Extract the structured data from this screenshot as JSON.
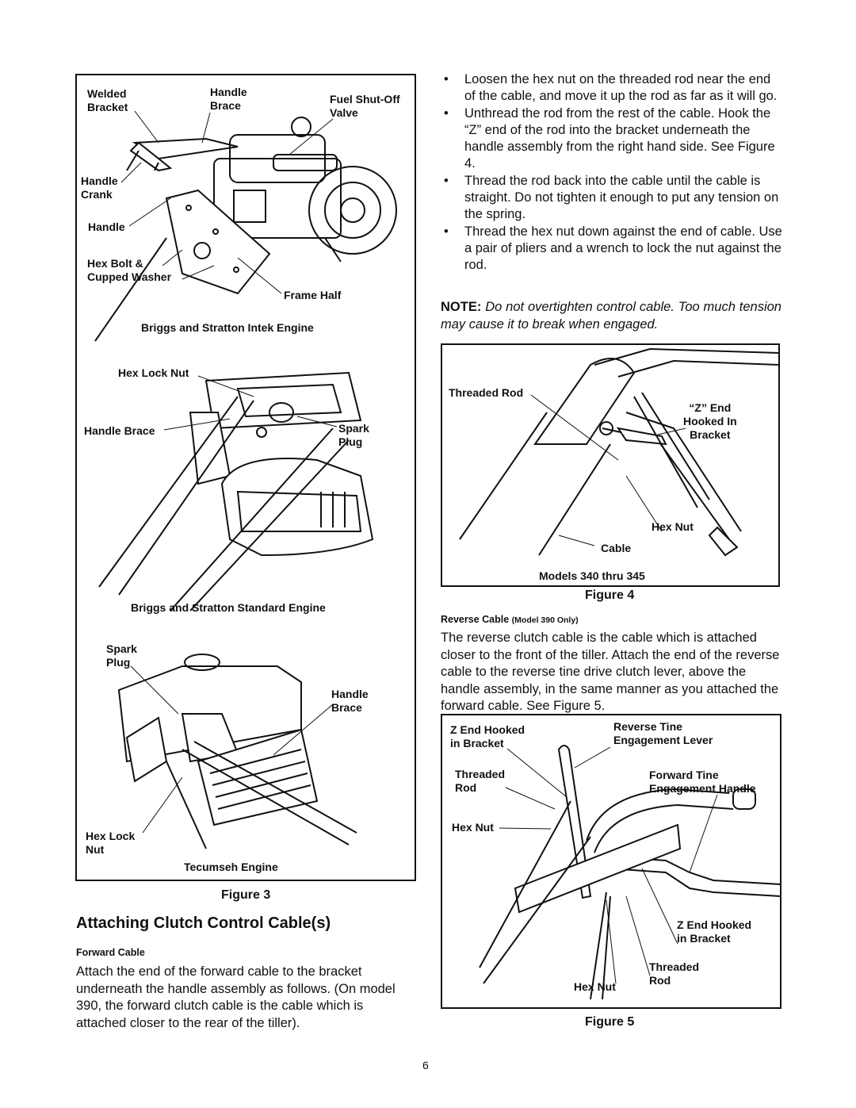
{
  "figure3": {
    "caption": "Figure 3",
    "panel1": {
      "labels": {
        "welded_bracket": "Welded\nBracket",
        "handle_brace": "Handle\nBrace",
        "fuel_valve": "Fuel Shut-Off\nValve",
        "handle_crank": "Handle\nCrank",
        "handle": "Handle",
        "hex_bolt": "Hex Bolt &\nCupped Washer",
        "frame_half": "Frame Half"
      },
      "caption": "Briggs and Stratton Intek Engine"
    },
    "panel2": {
      "labels": {
        "hex_lock_nut": "Hex Lock Nut",
        "handle_brace": "Handle Brace",
        "spark_plug": "Spark\nPlug"
      },
      "caption": "Briggs and Stratton Standard Engine"
    },
    "panel3": {
      "labels": {
        "spark_plug": "Spark\nPlug",
        "handle_brace": "Handle\nBrace",
        "hex_lock_nut": "Hex Lock\nNut"
      },
      "caption": "Tecumseh Engine"
    }
  },
  "section": {
    "title": "Attaching Clutch Control Cable(s)",
    "forward_subhead": "Forward Cable",
    "forward_text": "Attach the end of the forward cable to the bracket underneath the handle assembly as follows. (On model 390, the forward clutch cable is the cable which is attached closer to the rear of the tiller)."
  },
  "bullets": [
    "Loosen the hex nut on the threaded rod near the end of the cable, and move it up the rod as far as it will go.",
    "Unthread the rod from the rest of the cable. Hook the “Z” end of the rod into the bracket underneath the handle assembly from the right hand side. See Figure 4.",
    "Thread the rod back into the cable until the cable is straight. Do not tighten it enough to put any tension on the spring.",
    "Thread the hex nut down against the end of cable. Use a pair of pliers and a wrench to lock the nut against the rod."
  ],
  "note": {
    "label": "NOTE:",
    "text": "Do not overtighten control cable. Too much tension may cause it to break when engaged."
  },
  "figure4": {
    "caption": "Figure 4",
    "labels": {
      "threaded_rod": "Threaded Rod",
      "z_end": "“Z” End\nHooked In\nBracket",
      "hex_nut": "Hex Nut",
      "cable": "Cable"
    },
    "models": "Models 340 thru 345"
  },
  "reverse": {
    "subhead": "Reverse Cable",
    "subhead_note": "(Model 390 Only)",
    "text": "The reverse clutch cable is the cable which is attached closer to the front of the tiller. Attach the end of the reverse cable to the reverse tine drive clutch lever, above the handle assembly, in the same manner as you attached the forward cable. See Figure 5."
  },
  "figure5": {
    "caption": "Figure 5",
    "labels": {
      "z_end_top": "Z End Hooked\nin Bracket",
      "reverse_lever": "Reverse Tine\nEngagement Lever",
      "threaded_rod_top": "Threaded\nRod",
      "forward_handle": "Forward Tine\nEngagement Handle",
      "hex_nut_top": "Hex Nut",
      "z_end_bottom": "Z End Hooked\nin Bracket",
      "threaded_rod_bottom": "Threaded\nRod",
      "hex_nut_bottom": "Hex Nut"
    }
  },
  "page_number": "6"
}
